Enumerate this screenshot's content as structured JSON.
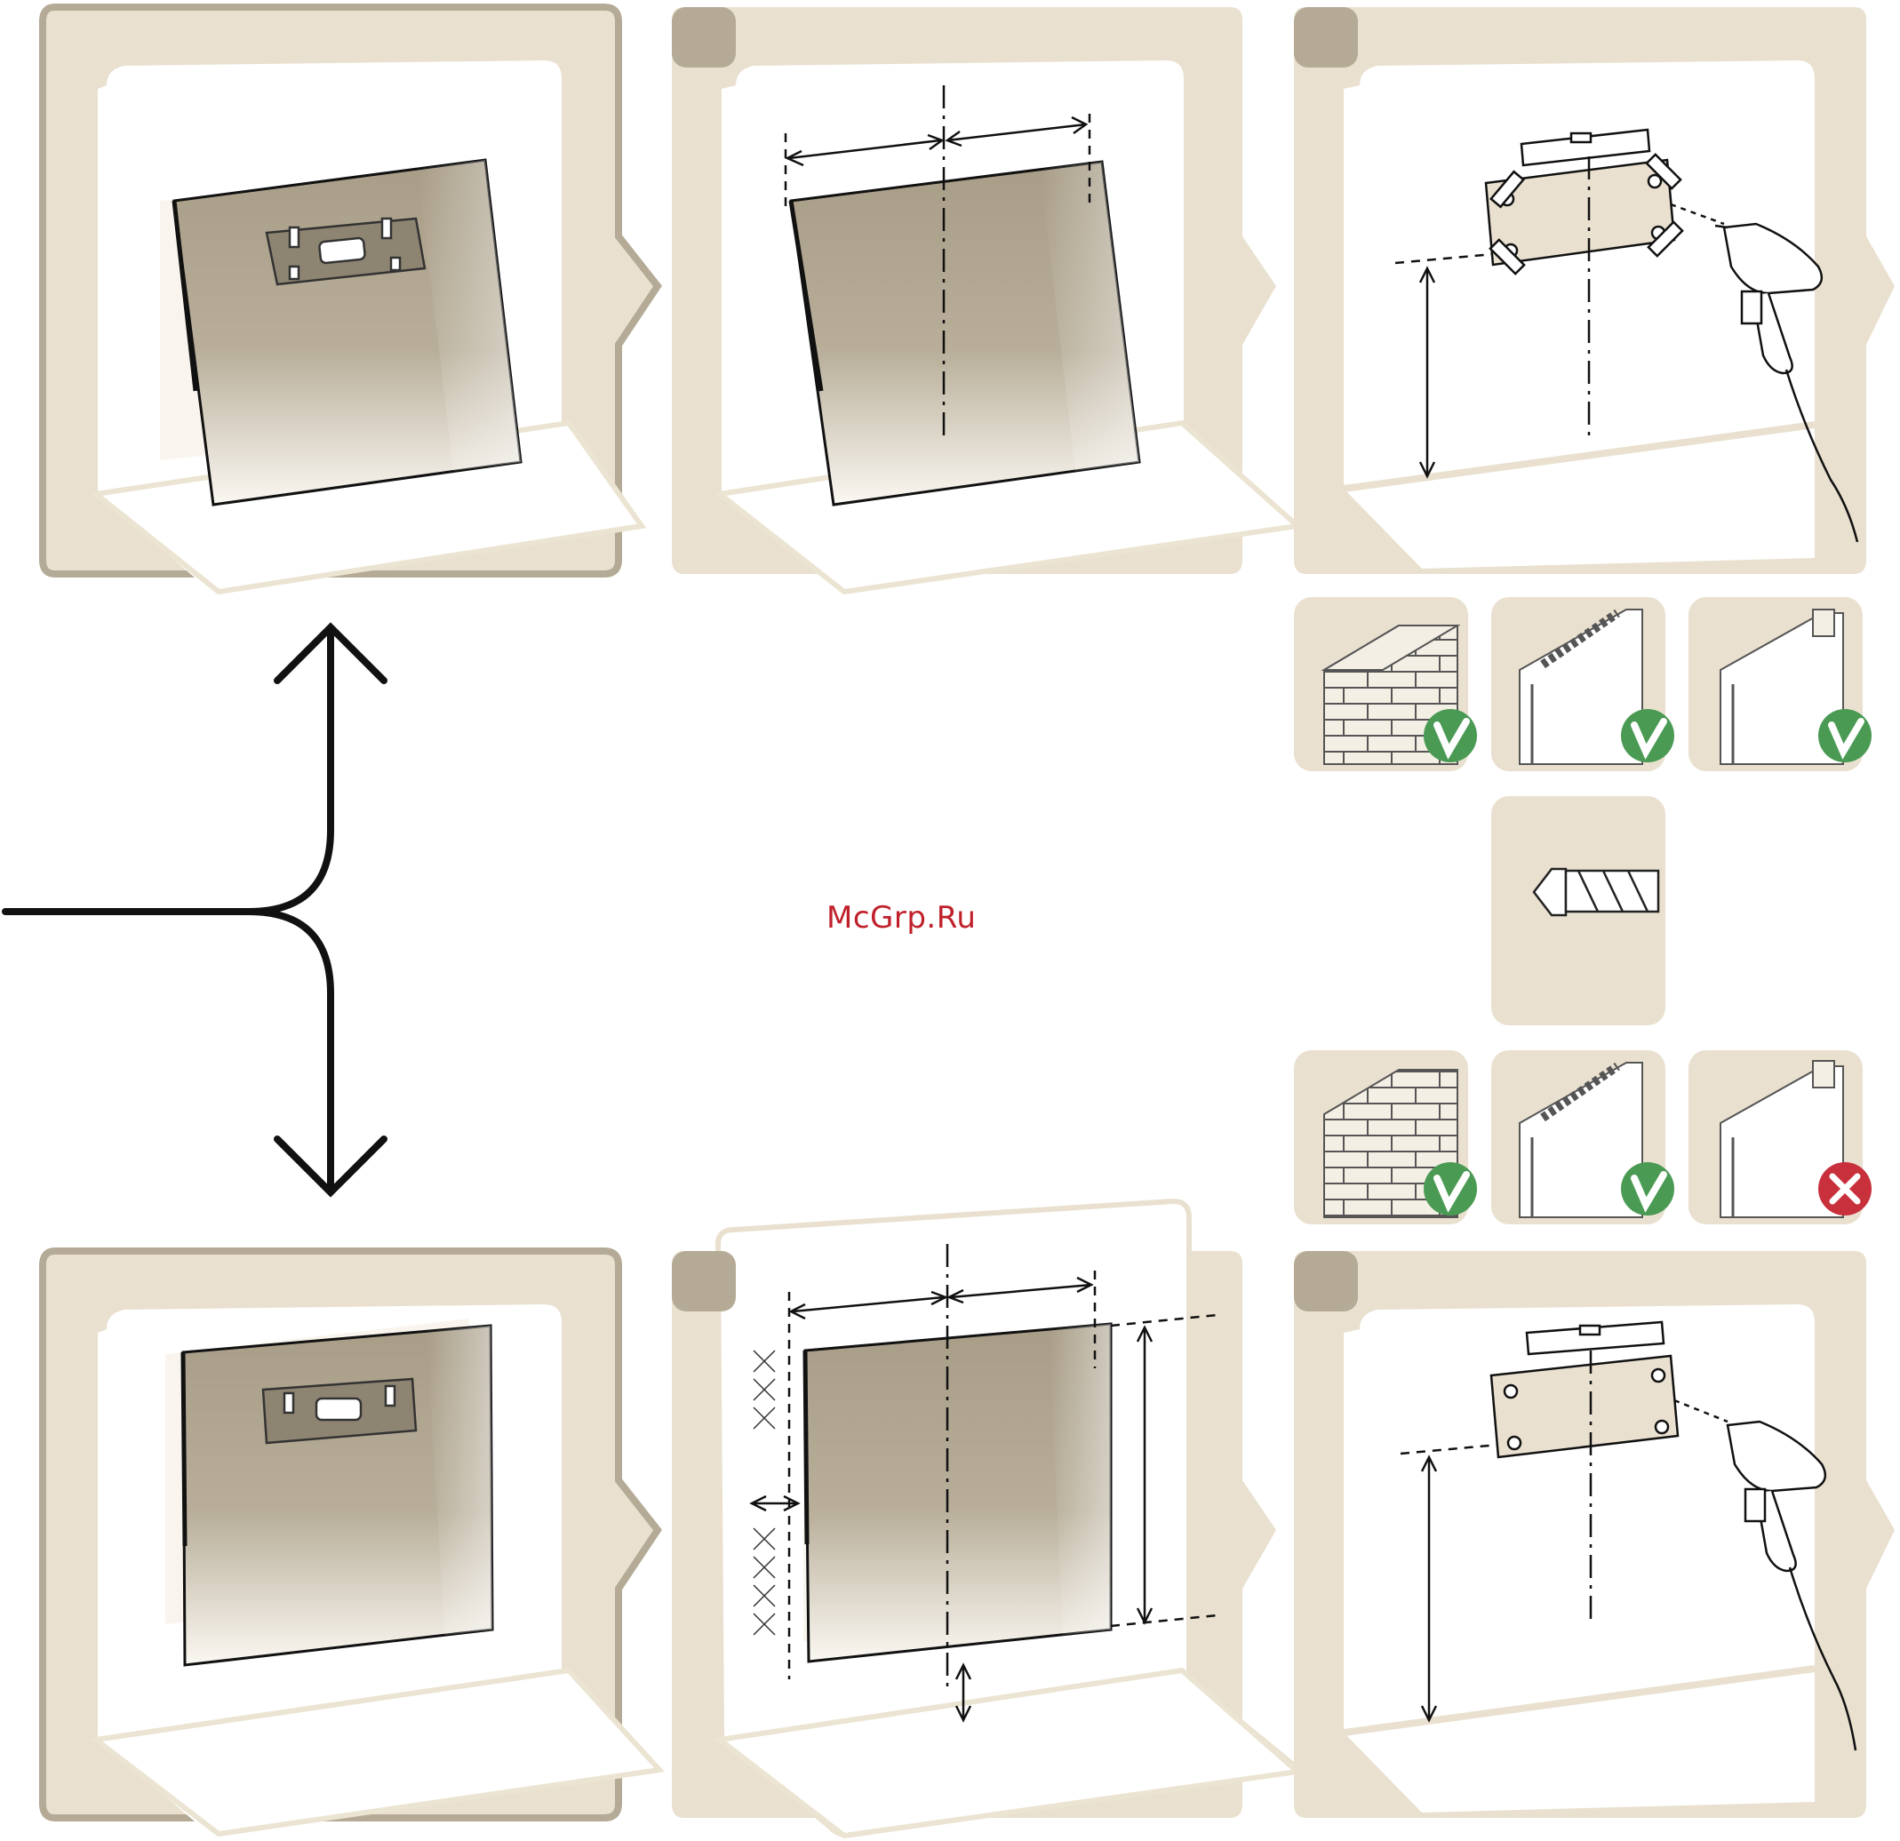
{
  "watermark": {
    "text": "McGrp.Ru"
  },
  "colors": {
    "panel": "#e9e0cf",
    "panel_border": "#b4aa95",
    "badge": "#b4aa95",
    "glass_dark": "#a89d87",
    "ok_green": "#4a9a54",
    "bad_red": "#c8303c",
    "line": "#111111"
  },
  "steps": {
    "top_row": [
      "heater-front-view",
      "measure-center",
      "drill-with-template"
    ],
    "bottom_row": [
      "heater-front-view",
      "measure-clearances",
      "drill-with-template"
    ]
  },
  "wall_types": {
    "top_row": [
      {
        "material": "brick",
        "status": "ok",
        "icon": "check-icon"
      },
      {
        "material": "insulated-panel",
        "status": "ok",
        "icon": "check-icon"
      },
      {
        "material": "plasterboard",
        "status": "ok",
        "icon": "check-icon"
      }
    ],
    "bottom_row": [
      {
        "material": "brick",
        "status": "ok",
        "icon": "check-icon"
      },
      {
        "material": "insulated-panel",
        "status": "ok",
        "icon": "check-icon"
      },
      {
        "material": "plasterboard",
        "status": "not-allowed",
        "icon": "cross-icon"
      }
    ]
  },
  "tool": {
    "icon": "masonry-drill-bit-icon"
  }
}
